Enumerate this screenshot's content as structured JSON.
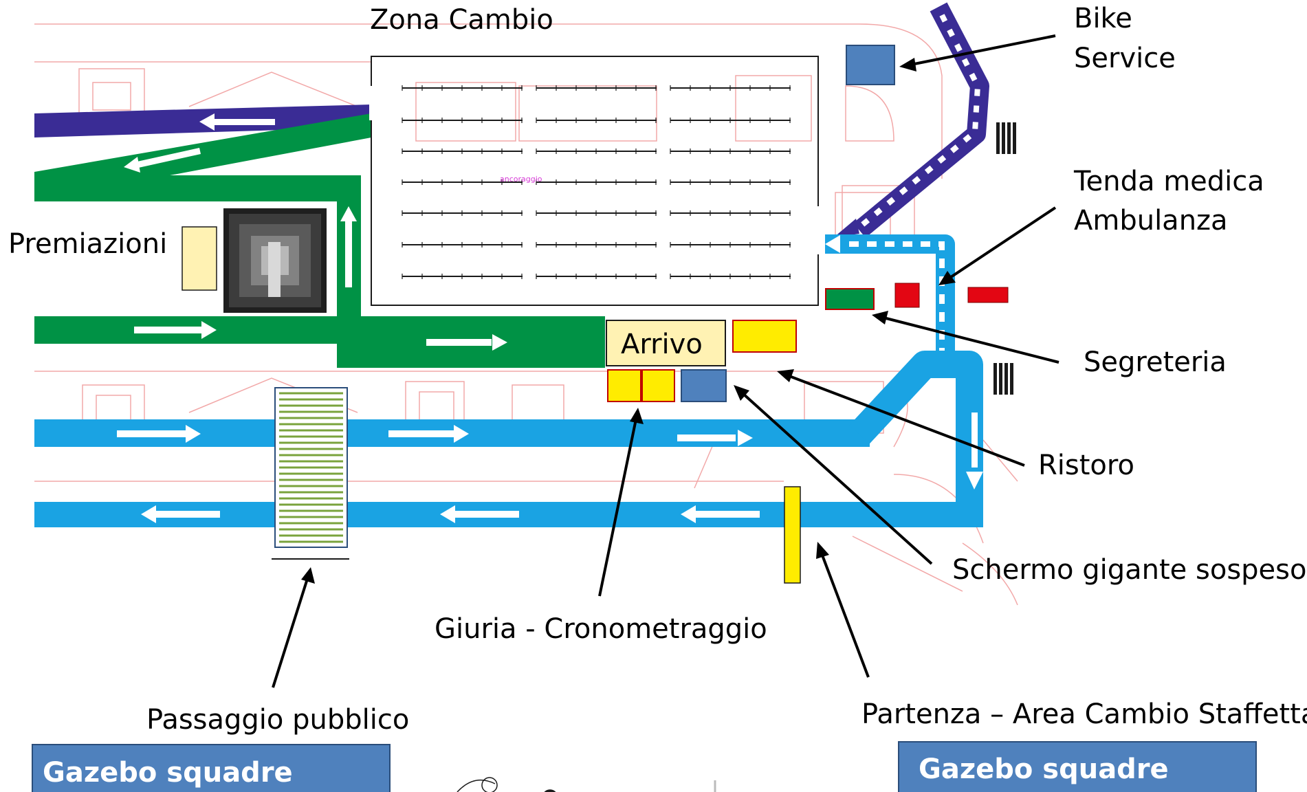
{
  "labels": {
    "zona_cambio": "Zona Cambio",
    "bike_service_1": "Bike",
    "bike_service_2": "Service",
    "tenda_medica_1": "Tenda medica",
    "tenda_medica_2": "Ambulanza",
    "premiazioni": "Premiazioni",
    "arrivo": "Arrivo",
    "segreteria": "Segreteria",
    "ristoro": "Ristoro",
    "schermo": "Schermo gigante sospeso",
    "giuria": "Giuria - Cronometraggio",
    "passaggio": "Passaggio pubblico",
    "partenza": "Partenza – Area Cambio Staffetta",
    "ancoraggio": "ancoraggio",
    "gazebo_left": "Gazebo squadre",
    "gazebo_right": "Gazebo squadre"
  },
  "colors": {
    "dark_blue_route": "#3a2c95",
    "green_route": "#009245",
    "light_blue_route": "#1aa3e3",
    "yellow_box": "#ffec00",
    "red_box": "#e30613",
    "steel_blue_box": "#4f81bd",
    "arrivo_box": "#fff2b3",
    "premiazioni_box": "#fff2b3",
    "gazebo_bg": "#4f81bd",
    "striped_green": "#7aa33c",
    "street_outline": "#f2a8a8"
  }
}
